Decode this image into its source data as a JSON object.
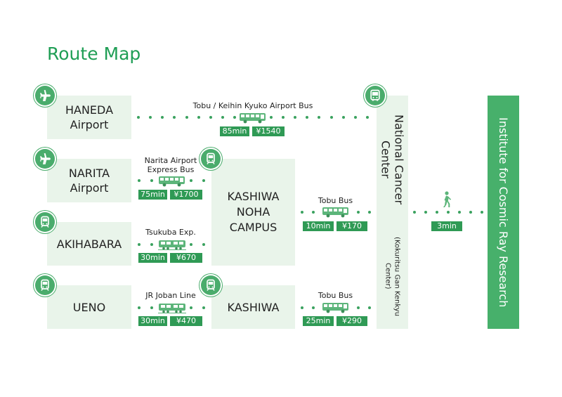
{
  "title": "Route Map",
  "colors": {
    "accent": "#1f9e55",
    "box_fill": "#e9f4ea",
    "icon": "#4aac6c",
    "tag": "#2f9a55",
    "icr_box": "#47b06b"
  },
  "origins": {
    "haneda": {
      "line1": "HANEDA",
      "line2": "Airport",
      "icon": "airplane-icon"
    },
    "narita": {
      "line1": "NARITA",
      "line2": "Airport",
      "icon": "airplane-icon"
    },
    "akihabara": {
      "label": "AKIHABARA",
      "icon": "train-icon"
    },
    "ueno": {
      "label": "UENO",
      "icon": "train-icon"
    }
  },
  "hubs": {
    "noha": {
      "line1": "KASHIWA",
      "line2": "NOHA",
      "line3": "CAMPUS",
      "icon": "train-icon"
    },
    "kashiwa": {
      "label": "KASHIWA",
      "icon": "train-icon"
    }
  },
  "cancer_center": {
    "name": "National Cancer Center",
    "sub": "(Kokuritsu Gan Kenkyu Center)",
    "icon": "bus-icon"
  },
  "institute": {
    "name": "Institute for Cosmic Ray Research"
  },
  "routes": {
    "haneda_bus": {
      "label": "Tobu / Keihin Kyuko Airport Bus",
      "time": "85min",
      "fare": "¥1540",
      "vehicle": "bus-icon"
    },
    "narita_bus": {
      "label1": "Narita Airport",
      "label2": "Express Bus",
      "time": "75min",
      "fare": "¥1700",
      "vehicle": "bus-icon"
    },
    "tsukuba": {
      "label": "Tsukuba Exp.",
      "time": "30min",
      "fare": "¥670",
      "vehicle": "train-icon"
    },
    "joban": {
      "label": "JR Joban Line",
      "time": "30min",
      "fare": "¥470",
      "vehicle": "train-icon"
    },
    "noha_bus": {
      "label": "Tobu Bus",
      "time": "10min",
      "fare": "¥170",
      "vehicle": "bus-icon"
    },
    "kashiwa_bus": {
      "label": "Tobu Bus",
      "time": "25min",
      "fare": "¥290",
      "vehicle": "bus-icon"
    },
    "walk": {
      "time": "3min",
      "vehicle": "walking-person-icon"
    }
  }
}
